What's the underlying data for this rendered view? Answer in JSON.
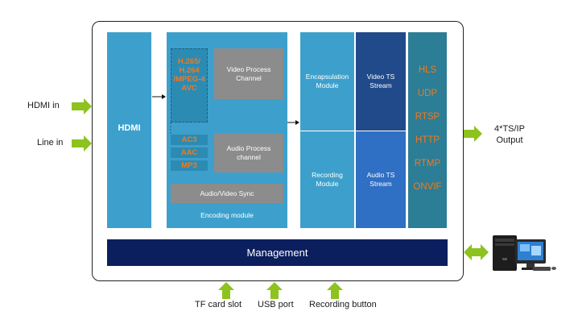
{
  "inputs": {
    "hdmi_in": "HDMI in",
    "line_in": "Line in"
  },
  "hdmi_block": {
    "label": "HDMI"
  },
  "encoding": {
    "video_codecs": [
      "H.265/",
      "H.264",
      "/MPEG-4",
      "AVC"
    ],
    "video_process": "Video Process Channel",
    "audio_codecs": [
      "AC3",
      "AAC",
      "MP3"
    ],
    "audio_process": "Audio Process channel",
    "av_sync": "Audio/Video Sync",
    "module_label": "Encoding module"
  },
  "encapsulation": {
    "label": "Encapsulation Module"
  },
  "recording": {
    "label": "Recording Module"
  },
  "video_ts": {
    "label": "Video TS Stream"
  },
  "audio_ts": {
    "label": "Audio TS Stream"
  },
  "protocols": [
    "HLS",
    "UDP",
    "RTSP",
    "HTTP",
    "RTMP",
    "ONVIF"
  ],
  "output": {
    "line1": "4*TS/IP",
    "line2": "Output"
  },
  "management": {
    "label": "Management"
  },
  "bottom_inputs": {
    "tf_card": "TF card slot",
    "usb": "USB port",
    "record_button": "Recording button"
  },
  "colors": {
    "arrow_green": "#8dc21f",
    "light_blue": "#3da0cc",
    "dark_blue": "#214a8a",
    "medium_blue": "#2f6fc4",
    "teal": "#2c7d96",
    "navy": "#0b1e5e",
    "orange_text": "#f07a1e",
    "grey": "#8c8c8c"
  }
}
